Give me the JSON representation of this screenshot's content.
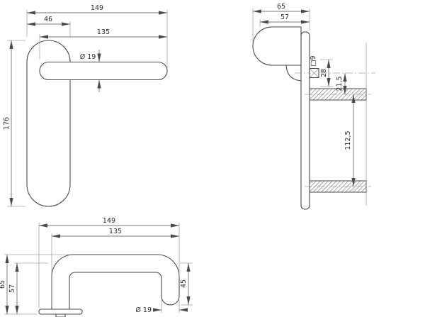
{
  "drawing": {
    "front": {
      "total_width": "149",
      "plate_width": "46",
      "lever_length": "135",
      "lever_diameter": "Ø 19",
      "plate_height": "176"
    },
    "side": {
      "projection": "65",
      "projection_inner": "57",
      "spindle_square": "□9",
      "hub_diameter": "28",
      "spindle_to_screw": "21,5",
      "screw_distance": "112,5"
    },
    "plan": {
      "total_width": "149",
      "lever_length": "135",
      "projection": "65",
      "projection_inner": "57",
      "grip_return": "45",
      "grip_diameter": "Ø 19"
    }
  },
  "colors": {
    "line": "#4a4a4a",
    "text": "#2e2e2e",
    "background": "#ffffff"
  }
}
